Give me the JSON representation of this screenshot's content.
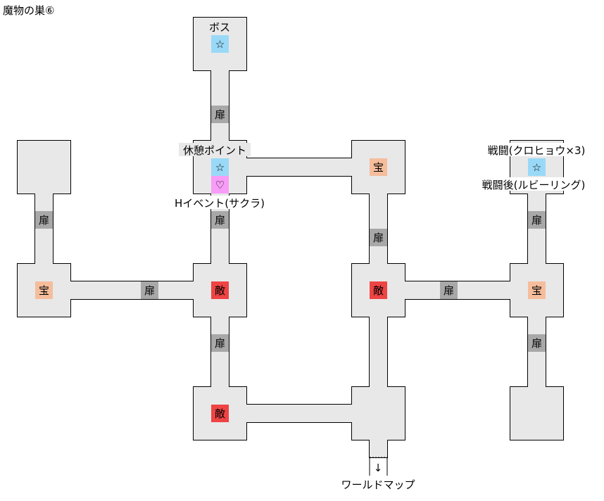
{
  "title": "魔物の巣⑥",
  "labels": {
    "boss": "ボス",
    "rest_point": "休憩ポイント",
    "h_event": "Hイベント(サクラ)",
    "battle": "戦闘(クロヒョウ×3)",
    "after_battle": "戦闘後(ルビーリング)",
    "world_map": "ワールドマップ",
    "exit_arrow": "↓"
  },
  "marker_types": {
    "star": {
      "text": "☆",
      "color": "#99d9f7"
    },
    "heart": {
      "text": "♡",
      "color": "#f79cf7"
    },
    "door": {
      "text": "扉",
      "color": "#a8a8a8"
    },
    "treasure": {
      "text": "宝",
      "color": "#f5bd9c"
    },
    "enemy": {
      "text": "敵",
      "color": "#ee4444"
    }
  },
  "colors": {
    "floor": "#e8e8e8",
    "wall": "#000000"
  }
}
